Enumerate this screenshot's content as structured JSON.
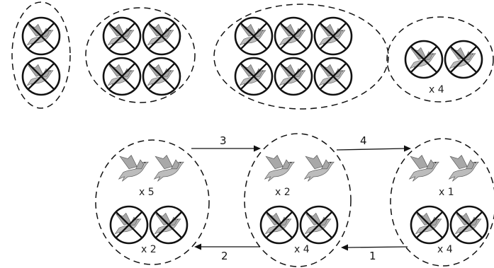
{
  "icons": {
    "bird": "dove-icon",
    "crossed_bird": "crossed-out-dove-icon"
  },
  "top_groups": [
    {
      "crossed_birds": 2,
      "multiplier": ""
    },
    {
      "crossed_birds": 4,
      "multiplier": ""
    },
    {
      "crossed_birds": 6,
      "multiplier": ""
    },
    {
      "crossed_birds": 2,
      "multiplier": "x 4"
    }
  ],
  "states": [
    {
      "birds": 2,
      "birds_multiplier": "x 5",
      "crossed_birds": 2,
      "crossed_multiplier": "x 2"
    },
    {
      "birds": 2,
      "birds_multiplier": "x 2",
      "crossed_birds": 2,
      "crossed_multiplier": "x 4"
    },
    {
      "birds": 2,
      "birds_multiplier": "x 1",
      "crossed_birds": 2,
      "crossed_multiplier": "x 4"
    }
  ],
  "transitions": [
    {
      "from_state": 1,
      "to_state": 2,
      "label": "3"
    },
    {
      "from_state": 2,
      "to_state": 3,
      "label": "4"
    },
    {
      "from_state": 3,
      "to_state": 2,
      "label": "1"
    },
    {
      "from_state": 2,
      "to_state": 1,
      "label": "2"
    }
  ]
}
